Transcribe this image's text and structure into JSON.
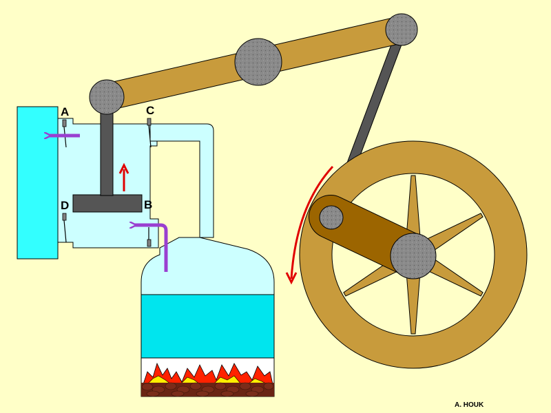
{
  "labels": {
    "valve_a": "A",
    "valve_b": "B",
    "valve_c": "C",
    "valve_d": "D"
  },
  "credit": "A. HOUK",
  "colors": {
    "background": "#FFFFC8",
    "steam": "#CCFFFF",
    "water": "#00E5EE",
    "condenser": "#33FFFF",
    "wood": "#C89B3C",
    "crank": "#9C6500",
    "pivot": "#808080",
    "iron": "#555555",
    "steam_arrow": "#9A3FD0",
    "motion_arrow": "#E00000",
    "fire_red": "#FF2200",
    "fire_yellow": "#FFEE00",
    "coal": "#7A2C1A"
  }
}
